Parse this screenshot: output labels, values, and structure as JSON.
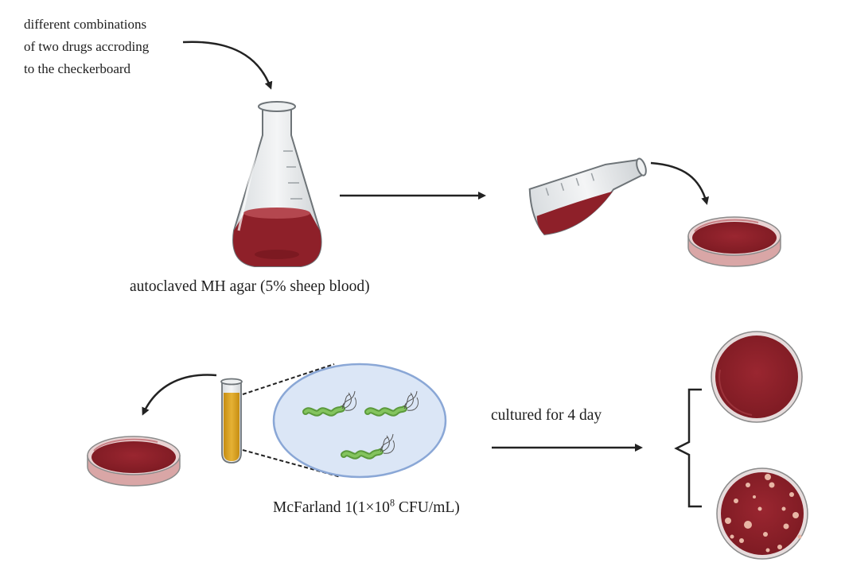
{
  "labels": {
    "note_line1": "different combinations",
    "note_line2": "of two drugs accroding",
    "note_line3": "to the checkerboard",
    "agar_caption": "autoclaved MH agar (5% sheep blood)",
    "culture_caption": "cultured for 4 day",
    "mcfarland_prefix": "McFarland 1(1×10",
    "mcfarland_exponent": "8",
    "mcfarland_suffix": " CFU/mL)"
  },
  "colors": {
    "agar_red": "#8e2029",
    "broth_yellow": "#d9a322",
    "bacteria_green": "#6db04a",
    "lens_fill": "#dbe6f6",
    "lens_border": "#8aa7d6",
    "arrow": "#222222",
    "colony": "#e8b6a5"
  },
  "icons": [
    "erlenmeyer-flask",
    "tilted-flask",
    "petri-dish",
    "test-tube",
    "helicobacter-bacterium",
    "magnifier-lens",
    "curly-brace"
  ]
}
